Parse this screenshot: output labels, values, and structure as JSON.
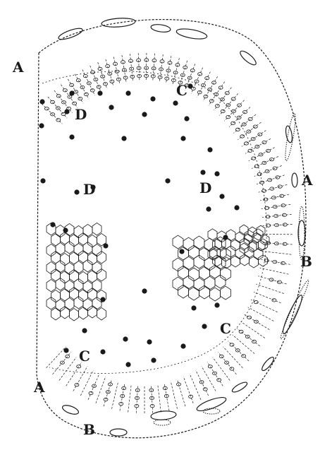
{
  "figure": {
    "labels": {
      "a_top_left": "A",
      "a_right": "A",
      "a_bottom_left": "A",
      "b_right": "B",
      "b_bottom": "B",
      "c_top": "C",
      "c_bottom_left": "C",
      "c_bottom_right": "C",
      "d_upper": "D",
      "d_middle": "D",
      "d_right": "D"
    },
    "colors": {
      "ink": "#1a1a1a",
      "paper": "#ffffff"
    }
  }
}
